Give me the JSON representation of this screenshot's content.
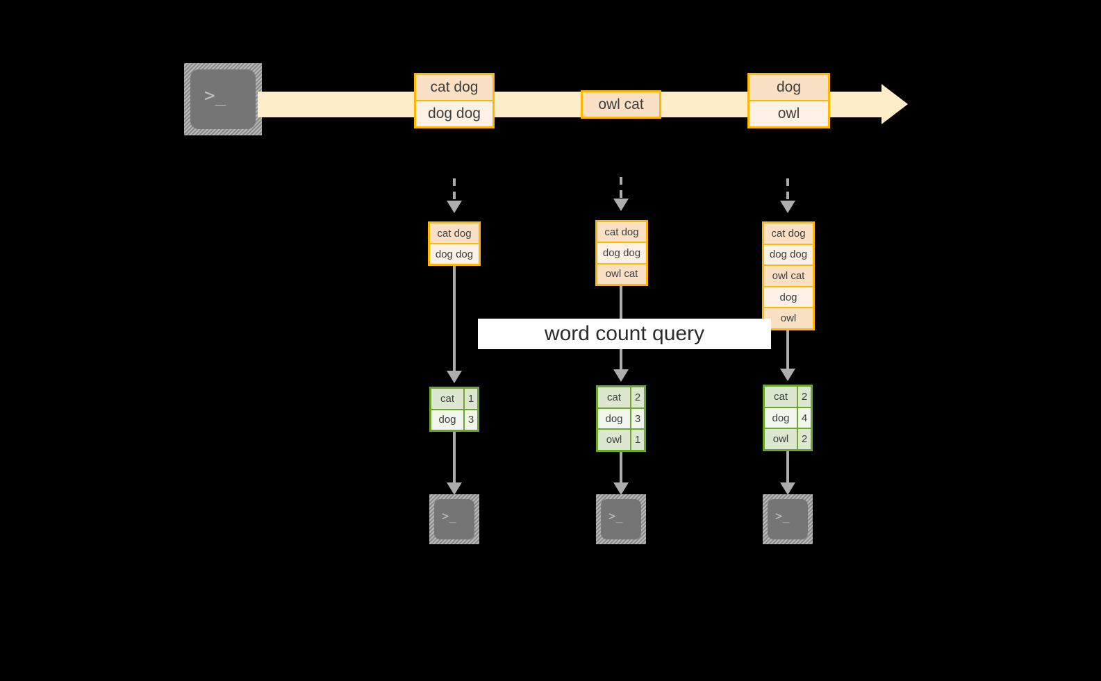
{
  "diagram": {
    "title_label": "word count query",
    "source_icon": "terminal-icon",
    "sink_icon": "terminal-icon",
    "colors": {
      "stream_band": "#fdeec9",
      "record_border": "#ffb800",
      "record_fill_dark": "#fae0c4",
      "record_fill_light": "#fdf1e6",
      "result_border": "#6aa72f",
      "result_fill_dark": "#dde7d0",
      "result_fill_light": "#f1f5ec",
      "connector": "#adadad",
      "terminal_body": "#757575",
      "background": "#000000",
      "label_background": "#ffffff"
    },
    "terminal_glyph": ">_"
  },
  "stream": {
    "records": [
      {
        "lines": [
          "cat dog",
          "dog dog"
        ]
      },
      {
        "lines": [
          "owl cat"
        ]
      },
      {
        "lines": [
          "dog",
          "owl"
        ]
      }
    ]
  },
  "snapshots": [
    {
      "lines": [
        "cat dog",
        "dog dog"
      ]
    },
    {
      "lines": [
        "cat dog",
        "dog dog",
        "owl cat"
      ]
    },
    {
      "lines": [
        "cat dog",
        "dog dog",
        "owl cat",
        "dog",
        "owl"
      ]
    }
  ],
  "results": [
    {
      "rows": [
        {
          "word": "cat",
          "count": "1"
        },
        {
          "word": "dog",
          "count": "3"
        }
      ]
    },
    {
      "rows": [
        {
          "word": "cat",
          "count": "2"
        },
        {
          "word": "dog",
          "count": "3"
        },
        {
          "word": "owl",
          "count": "1"
        }
      ]
    },
    {
      "rows": [
        {
          "word": "cat",
          "count": "2"
        },
        {
          "word": "dog",
          "count": "4"
        },
        {
          "word": "owl",
          "count": "2"
        }
      ]
    }
  ]
}
